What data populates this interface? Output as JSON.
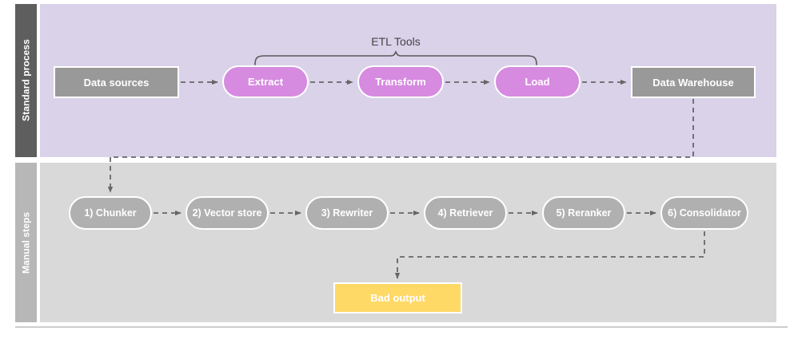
{
  "diagram": {
    "title": "ETL standard process and manual RAG steps",
    "colors": {
      "standard_lane_label_bg": "#5e5e5e",
      "standard_lane_bg": "#d9d2e9",
      "manual_lane_label_bg": "#b7b7b7",
      "manual_lane_bg": "#d9d9d9",
      "gray_node": "#999999",
      "purple_node": "#d68ae0",
      "step_pill": "#b0b0b0",
      "bad_output": "#ffd966",
      "connector": "#666666",
      "bracket": "#595959"
    },
    "lanes": [
      {
        "id": "standard",
        "label": "Standard process",
        "bracket_label": "ETL Tools",
        "nodes": [
          {
            "id": "data-sources",
            "label": "Data sources",
            "shape": "rect",
            "style": "gray"
          },
          {
            "id": "extract",
            "label": "Extract",
            "shape": "pill",
            "style": "purple"
          },
          {
            "id": "transform",
            "label": "Transform",
            "shape": "pill",
            "style": "purple"
          },
          {
            "id": "load",
            "label": "Load",
            "shape": "pill",
            "style": "purple"
          },
          {
            "id": "data-warehouse",
            "label": "Data Warehouse",
            "shape": "rect",
            "style": "gray"
          }
        ]
      },
      {
        "id": "manual",
        "label": "Manual steps",
        "nodes": [
          {
            "id": "chunker",
            "label": "1) Chunker",
            "shape": "pill",
            "style": "step"
          },
          {
            "id": "vector-store",
            "label": "2) Vector store",
            "shape": "pill",
            "style": "step"
          },
          {
            "id": "rewriter",
            "label": "3) Rewriter",
            "shape": "pill",
            "style": "step"
          },
          {
            "id": "retriever",
            "label": "4) Retriever",
            "shape": "pill",
            "style": "step"
          },
          {
            "id": "reranker",
            "label": "5) Reranker",
            "shape": "pill",
            "style": "step"
          },
          {
            "id": "consolidator",
            "label": "6) Consolidator",
            "shape": "pill",
            "style": "step"
          },
          {
            "id": "bad-output",
            "label": "Bad output",
            "shape": "rect",
            "style": "yellow"
          }
        ]
      }
    ],
    "edges": [
      {
        "from": "data-sources",
        "to": "extract",
        "style": "dashed-arrow"
      },
      {
        "from": "extract",
        "to": "transform",
        "style": "dashed-arrow"
      },
      {
        "from": "transform",
        "to": "load",
        "style": "dashed-arrow"
      },
      {
        "from": "load",
        "to": "data-warehouse",
        "style": "dashed-arrow"
      },
      {
        "from": "data-sources",
        "to": "chunker",
        "style": "dashed-elbow-arrow"
      },
      {
        "from": "chunker",
        "to": "vector-store",
        "style": "dashed-arrow"
      },
      {
        "from": "vector-store",
        "to": "rewriter",
        "style": "dashed-arrow"
      },
      {
        "from": "rewriter",
        "to": "retriever",
        "style": "dashed-arrow"
      },
      {
        "from": "retriever",
        "to": "reranker",
        "style": "dashed-arrow"
      },
      {
        "from": "reranker",
        "to": "consolidator",
        "style": "dashed-arrow"
      },
      {
        "from": "data-warehouse",
        "to": "chunker",
        "style": "dashed-elbow"
      },
      {
        "from": "consolidator",
        "to": "bad-output",
        "style": "dashed-elbow-arrow"
      }
    ]
  }
}
